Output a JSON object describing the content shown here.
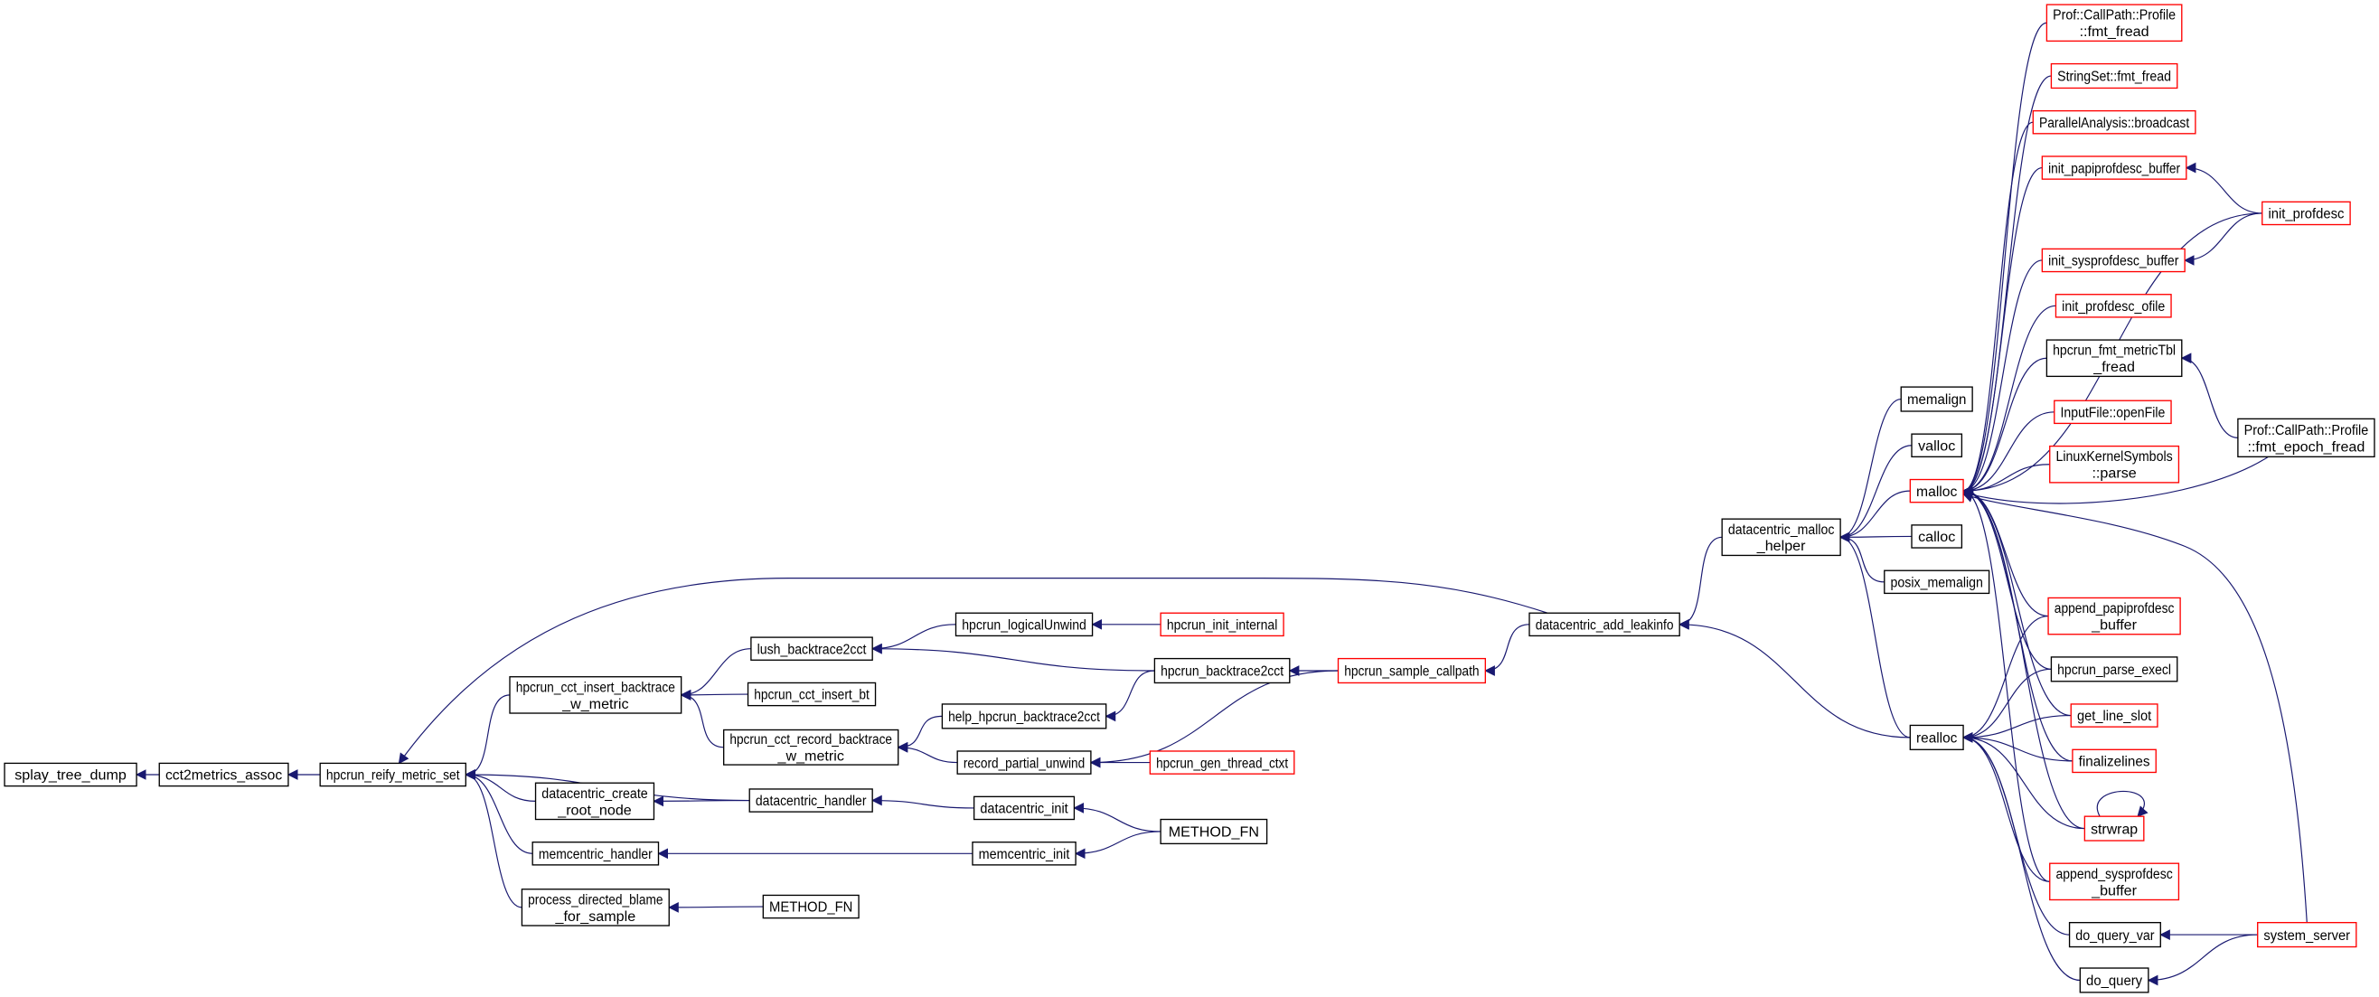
{
  "colors": {
    "edge": "#191970",
    "truncated_border": "#ff0000",
    "normal_border": "#000000",
    "root_fill": "#bfbfbf"
  },
  "nodes": [
    {
      "id": "splay",
      "lines": [
        "splay_tree_dump"
      ],
      "kind": "root"
    },
    {
      "id": "cct2m",
      "lines": [
        "cct2metrics_assoc"
      ],
      "kind": "normal"
    },
    {
      "id": "reify",
      "lines": [
        "hpcrun_reify_metric_set"
      ],
      "kind": "normal"
    },
    {
      "id": "insbt",
      "lines": [
        "hpcrun_cct_insert_backtrace",
        "_w_metric"
      ],
      "kind": "normal"
    },
    {
      "id": "cdroot",
      "lines": [
        "datacentric_create",
        "_root_node"
      ],
      "kind": "normal"
    },
    {
      "id": "memh",
      "lines": [
        "memcentric_handler"
      ],
      "kind": "normal"
    },
    {
      "id": "pdb",
      "lines": [
        "process_directed_blame",
        "_for_sample"
      ],
      "kind": "normal"
    },
    {
      "id": "lush",
      "lines": [
        "lush_backtrace2cct"
      ],
      "kind": "normal"
    },
    {
      "id": "insbt2",
      "lines": [
        "hpcrun_cct_insert_bt"
      ],
      "kind": "normal"
    },
    {
      "id": "recbt",
      "lines": [
        "hpcrun_cct_record_backtrace",
        "_w_metric"
      ],
      "kind": "normal"
    },
    {
      "id": "dch",
      "lines": [
        "datacentric_handler"
      ],
      "kind": "normal"
    },
    {
      "id": "logu",
      "lines": [
        "hpcrun_logicalUnwind"
      ],
      "kind": "normal"
    },
    {
      "id": "initint",
      "lines": [
        "hpcrun_init_internal"
      ],
      "kind": "truncated"
    },
    {
      "id": "bt2cct",
      "lines": [
        "hpcrun_backtrace2cct"
      ],
      "kind": "normal"
    },
    {
      "id": "help",
      "lines": [
        "help_hpcrun_backtrace2cct"
      ],
      "kind": "normal"
    },
    {
      "id": "rpu",
      "lines": [
        "record_partial_unwind"
      ],
      "kind": "normal"
    },
    {
      "id": "gtc",
      "lines": [
        "hpcrun_gen_thread_ctxt"
      ],
      "kind": "truncated"
    },
    {
      "id": "dci",
      "lines": [
        "datacentric_init"
      ],
      "kind": "normal"
    },
    {
      "id": "mci",
      "lines": [
        "memcentric_init"
      ],
      "kind": "normal"
    },
    {
      "id": "mfn1",
      "lines": [
        "METHOD_FN"
      ],
      "kind": "normal"
    },
    {
      "id": "mfn2",
      "lines": [
        "METHOD_FN"
      ],
      "kind": "normal"
    },
    {
      "id": "sc",
      "lines": [
        "hpcrun_sample_callpath"
      ],
      "kind": "truncated"
    },
    {
      "id": "leak",
      "lines": [
        "datacentric_add_leakinfo"
      ],
      "kind": "normal"
    },
    {
      "id": "mh",
      "lines": [
        "datacentric_malloc",
        "_helper"
      ],
      "kind": "normal"
    },
    {
      "id": "memalign",
      "lines": [
        "memalign"
      ],
      "kind": "normal"
    },
    {
      "id": "valloc",
      "lines": [
        "valloc"
      ],
      "kind": "normal"
    },
    {
      "id": "malloc",
      "lines": [
        "malloc"
      ],
      "kind": "truncated"
    },
    {
      "id": "calloc",
      "lines": [
        "calloc"
      ],
      "kind": "normal"
    },
    {
      "id": "pmem",
      "lines": [
        "posix_memalign"
      ],
      "kind": "normal"
    },
    {
      "id": "realloc",
      "lines": [
        "realloc"
      ],
      "kind": "normal"
    },
    {
      "id": "pfr",
      "lines": [
        "Prof::CallPath::Profile",
        "::fmt_fread"
      ],
      "kind": "truncated"
    },
    {
      "id": "ssf",
      "lines": [
        "StringSet::fmt_fread"
      ],
      "kind": "truncated"
    },
    {
      "id": "pab",
      "lines": [
        "ParallelAnalysis::broadcast"
      ],
      "kind": "truncated"
    },
    {
      "id": "ipb",
      "lines": [
        "init_papiprofdesc_buffer"
      ],
      "kind": "truncated"
    },
    {
      "id": "ipd",
      "lines": [
        "init_profdesc"
      ],
      "kind": "truncated"
    },
    {
      "id": "isb",
      "lines": [
        "init_sysprofdesc_buffer"
      ],
      "kind": "truncated"
    },
    {
      "id": "ipo",
      "lines": [
        "init_profdesc_ofile"
      ],
      "kind": "truncated"
    },
    {
      "id": "mtf",
      "lines": [
        "hpcrun_fmt_metricTbl",
        "_fread"
      ],
      "kind": "normal"
    },
    {
      "id": "iof",
      "lines": [
        "InputFile::openFile"
      ],
      "kind": "truncated"
    },
    {
      "id": "lks",
      "lines": [
        "LinuxKernelSymbols",
        "::parse"
      ],
      "kind": "truncated"
    },
    {
      "id": "pef",
      "lines": [
        "Prof::CallPath::Profile",
        "::fmt_epoch_fread"
      ],
      "kind": "normal"
    },
    {
      "id": "apb",
      "lines": [
        "append_papiprofdesc",
        "_buffer"
      ],
      "kind": "truncated"
    },
    {
      "id": "pex",
      "lines": [
        "hpcrun_parse_execl"
      ],
      "kind": "normal"
    },
    {
      "id": "gls",
      "lines": [
        "get_line_slot"
      ],
      "kind": "truncated"
    },
    {
      "id": "fzl",
      "lines": [
        "finalizelines"
      ],
      "kind": "truncated"
    },
    {
      "id": "stw",
      "lines": [
        "strwrap"
      ],
      "kind": "truncated"
    },
    {
      "id": "asb",
      "lines": [
        "append_sysprofdesc",
        "_buffer"
      ],
      "kind": "truncated"
    },
    {
      "id": "dqv",
      "lines": [
        "do_query_var"
      ],
      "kind": "normal"
    },
    {
      "id": "ss",
      "lines": [
        "system_server"
      ],
      "kind": "truncated"
    },
    {
      "id": "dq",
      "lines": [
        "do_query"
      ],
      "kind": "normal"
    }
  ],
  "edges": [
    [
      "cct2m",
      "splay"
    ],
    [
      "reify",
      "cct2m"
    ],
    [
      "insbt",
      "reify"
    ],
    [
      "leak",
      "reify"
    ],
    [
      "cdroot",
      "reify"
    ],
    [
      "dch",
      "reify"
    ],
    [
      "memh",
      "reify"
    ],
    [
      "pdb",
      "reify"
    ],
    [
      "lush",
      "insbt"
    ],
    [
      "insbt2",
      "insbt"
    ],
    [
      "recbt",
      "insbt"
    ],
    [
      "logu",
      "lush"
    ],
    [
      "bt2cct",
      "lush"
    ],
    [
      "initint",
      "logu"
    ],
    [
      "sc",
      "bt2cct"
    ],
    [
      "bt2cct",
      "help"
    ],
    [
      "help",
      "recbt"
    ],
    [
      "rpu",
      "recbt"
    ],
    [
      "sc",
      "rpu"
    ],
    [
      "gtc",
      "rpu"
    ],
    [
      "leak",
      "sc"
    ],
    [
      "dch",
      "cdroot"
    ],
    [
      "dci",
      "dch"
    ],
    [
      "mfn1",
      "dci"
    ],
    [
      "mfn1",
      "mci"
    ],
    [
      "mci",
      "memh"
    ],
    [
      "mfn2",
      "pdb"
    ],
    [
      "mh",
      "leak"
    ],
    [
      "realloc",
      "leak"
    ],
    [
      "memalign",
      "mh"
    ],
    [
      "valloc",
      "mh"
    ],
    [
      "malloc",
      "mh"
    ],
    [
      "calloc",
      "mh"
    ],
    [
      "pmem",
      "mh"
    ],
    [
      "realloc",
      "mh"
    ],
    [
      "pfr",
      "malloc"
    ],
    [
      "ssf",
      "malloc"
    ],
    [
      "pab",
      "malloc"
    ],
    [
      "ipb",
      "malloc"
    ],
    [
      "ipd",
      "malloc"
    ],
    [
      "isb",
      "malloc"
    ],
    [
      "ipo",
      "malloc"
    ],
    [
      "mtf",
      "malloc"
    ],
    [
      "iof",
      "malloc"
    ],
    [
      "lks",
      "malloc"
    ],
    [
      "pef",
      "malloc"
    ],
    [
      "apb",
      "malloc"
    ],
    [
      "pex",
      "malloc"
    ],
    [
      "gls",
      "malloc"
    ],
    [
      "fzl",
      "malloc"
    ],
    [
      "stw",
      "malloc"
    ],
    [
      "asb",
      "malloc"
    ],
    [
      "ss",
      "malloc"
    ],
    [
      "ipd",
      "ipb"
    ],
    [
      "ipd",
      "isb"
    ],
    [
      "pef",
      "mtf"
    ],
    [
      "apb",
      "realloc"
    ],
    [
      "pex",
      "realloc"
    ],
    [
      "gls",
      "realloc"
    ],
    [
      "fzl",
      "realloc"
    ],
    [
      "stw",
      "realloc"
    ],
    [
      "asb",
      "realloc"
    ],
    [
      "dqv",
      "realloc"
    ],
    [
      "dq",
      "realloc"
    ],
    [
      "stw",
      "stw"
    ],
    [
      "ss",
      "dqv"
    ],
    [
      "ss",
      "dq"
    ]
  ]
}
